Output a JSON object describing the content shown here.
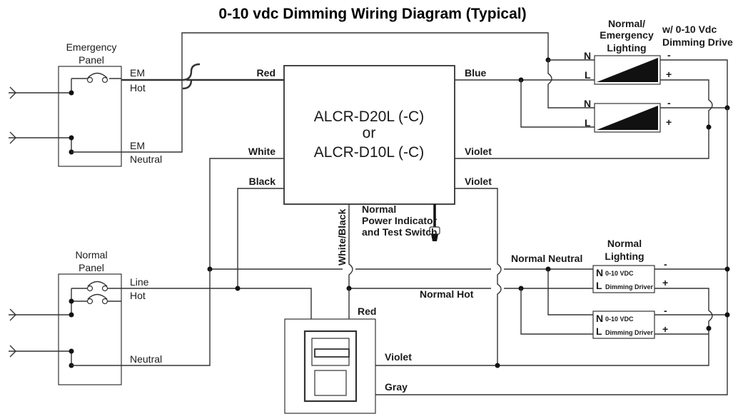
{
  "title": "0-10 vdc Dimming Wiring Diagram (Typical)",
  "emergency_panel": {
    "label_1": "Emergency",
    "label_2": "Panel",
    "em_hot_1": "EM",
    "em_hot_2": "Hot",
    "em_neutral_1": "EM",
    "em_neutral_2": "Neutral"
  },
  "normal_panel": {
    "label_1": "Normal",
    "label_2": "Panel",
    "line_hot_1": "Line",
    "line_hot_2": "Hot",
    "neutral": "Neutral"
  },
  "device": {
    "line_1": "ALCR-D20L (-C)",
    "line_2": "or",
    "line_3": "ALCR-D10L (-C)"
  },
  "wires": {
    "red": "Red",
    "blue": "Blue",
    "white": "White",
    "violet": "Violet",
    "black": "Black",
    "violet_2": "Violet",
    "white_black": "White/Black",
    "normal_neutral": "Normal Neutral",
    "normal_hot": "Normal Hot",
    "red_2": "Red",
    "violet_3": "Violet",
    "gray": "Gray"
  },
  "indicator": {
    "line_1": "Normal",
    "line_2": "Power Indicator",
    "line_3": "and Test Switch"
  },
  "emergency_lighting": {
    "label_1": "Normal/",
    "label_2": "Emergency",
    "label_3": "Lighting",
    "drive_1": "w/ 0-10 Vdc",
    "drive_2": "Dimming Drive",
    "n": "N",
    "l": "L",
    "minus": "-",
    "plus": "+"
  },
  "normal_lighting": {
    "label_1": "Normal",
    "label_2": "Lighting",
    "n": "N",
    "l": "L",
    "vdc": "0-10 VDC",
    "driver": "Dimming Driver",
    "minus": "-",
    "plus": "+"
  }
}
